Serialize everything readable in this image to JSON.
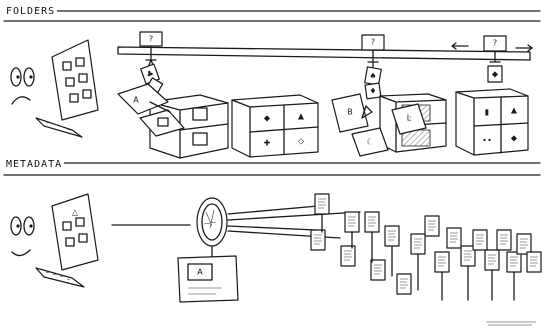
{
  "sections": {
    "folders_label": "FOLDERS",
    "metadata_label": "METADATA"
  },
  "folders": {
    "hook_marks": [
      "?",
      "?",
      "?"
    ]
  },
  "metadata": {
    "screen_mark": "A"
  }
}
